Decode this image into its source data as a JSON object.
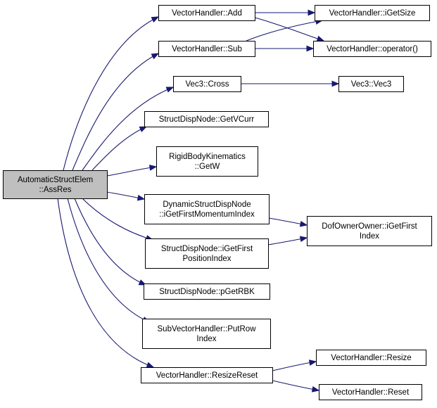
{
  "graph": {
    "root": "AutomaticStructElem::AssRes",
    "colors": {
      "edge": "#191970",
      "root_fill": "#bfbfbf",
      "node_fill": "#ffffff",
      "border": "#000000"
    },
    "nodes": [
      {
        "id": "root",
        "lines": [
          "AutomaticStructElem",
          "::AssRes"
        ],
        "root": true
      },
      {
        "id": "vh_add",
        "lines": [
          "VectorHandler::Add"
        ]
      },
      {
        "id": "vh_sub",
        "lines": [
          "VectorHandler::Sub"
        ]
      },
      {
        "id": "vec3_cross",
        "lines": [
          "Vec3::Cross"
        ]
      },
      {
        "id": "sdn_getvcurr",
        "lines": [
          "StructDispNode::GetVCurr"
        ]
      },
      {
        "id": "rbk_getw",
        "lines": [
          "RigidBodyKinematics",
          "::GetW"
        ]
      },
      {
        "id": "dsdn_igetfmi",
        "lines": [
          "DynamicStructDispNode",
          "::iGetFirstMomentumIndex"
        ]
      },
      {
        "id": "sdn_igetfpi",
        "lines": [
          "StructDispNode::iGetFirst",
          "PositionIndex"
        ]
      },
      {
        "id": "sdn_pgetrbk",
        "lines": [
          "StructDispNode::pGetRBK"
        ]
      },
      {
        "id": "svh_putrowindex",
        "lines": [
          "SubVectorHandler::PutRow",
          "Index"
        ]
      },
      {
        "id": "vh_resizereset",
        "lines": [
          "VectorHandler::ResizeReset"
        ]
      },
      {
        "id": "vh_igetsize",
        "lines": [
          "VectorHandler::iGetSize"
        ]
      },
      {
        "id": "vh_operator",
        "lines": [
          "VectorHandler::operator()"
        ]
      },
      {
        "id": "vec3_vec3",
        "lines": [
          "Vec3::Vec3"
        ]
      },
      {
        "id": "doo_igetfirstindex",
        "lines": [
          "DofOwnerOwner::iGetFirst",
          "Index"
        ]
      },
      {
        "id": "vh_resize",
        "lines": [
          "VectorHandler::Resize"
        ]
      },
      {
        "id": "vh_reset",
        "lines": [
          "VectorHandler::Reset"
        ]
      }
    ],
    "edges": [
      {
        "from": "root",
        "to": "vh_add"
      },
      {
        "from": "root",
        "to": "vh_sub"
      },
      {
        "from": "root",
        "to": "vec3_cross"
      },
      {
        "from": "root",
        "to": "sdn_getvcurr"
      },
      {
        "from": "root",
        "to": "rbk_getw"
      },
      {
        "from": "root",
        "to": "dsdn_igetfmi"
      },
      {
        "from": "root",
        "to": "sdn_igetfpi"
      },
      {
        "from": "root",
        "to": "sdn_pgetrbk"
      },
      {
        "from": "root",
        "to": "svh_putrowindex"
      },
      {
        "from": "root",
        "to": "vh_resizereset"
      },
      {
        "from": "vh_add",
        "to": "vh_igetsize"
      },
      {
        "from": "vh_add",
        "to": "vh_operator"
      },
      {
        "from": "vh_sub",
        "to": "vh_igetsize"
      },
      {
        "from": "vh_sub",
        "to": "vh_operator"
      },
      {
        "from": "vec3_cross",
        "to": "vec3_vec3"
      },
      {
        "from": "dsdn_igetfmi",
        "to": "doo_igetfirstindex"
      },
      {
        "from": "sdn_igetfpi",
        "to": "doo_igetfirstindex"
      },
      {
        "from": "vh_resizereset",
        "to": "vh_resize"
      },
      {
        "from": "vh_resizereset",
        "to": "vh_reset"
      }
    ]
  }
}
